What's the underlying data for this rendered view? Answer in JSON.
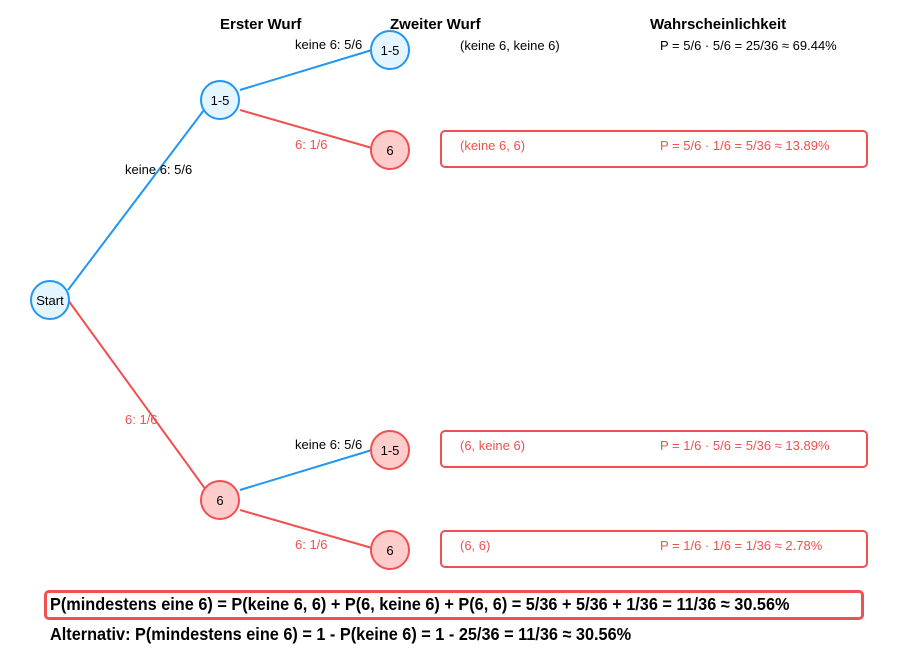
{
  "headers": {
    "first_throw": "Erster Wurf",
    "second_throw": "Zweiter Wurf",
    "probability": "Wahrscheinlichkeit"
  },
  "nodes": {
    "start": "Start",
    "first_no6": "1-5",
    "first_6": "6",
    "second_no6_no6": "1-5",
    "second_no6_6": "6",
    "second_6_no6": "1-5",
    "second_6_6": "6"
  },
  "edges": {
    "start_to_no6": "keine 6: 5/6",
    "start_to_6": "6: 1/6",
    "no6_to_no6": "keine 6: 5/6",
    "no6_to_6": "6: 1/6",
    "six_to_no6": "keine 6: 5/6",
    "six_to_6": "6: 1/6"
  },
  "outcomes": [
    {
      "event": "(keine 6, keine 6)",
      "probability": "P = 5/6 · 5/6 = 25/36 ≈ 69.44%",
      "highlighted": false
    },
    {
      "event": "(keine 6, 6)",
      "probability": "P = 5/6 · 1/6 = 5/36 ≈ 13.89%",
      "highlighted": true
    },
    {
      "event": "(6, keine 6)",
      "probability": "P = 1/6 · 5/6 = 5/36 ≈ 13.89%",
      "highlighted": true
    },
    {
      "event": "(6, 6)",
      "probability": "P = 1/6 · 1/6 = 1/36 ≈ 2.78%",
      "highlighted": true
    }
  ],
  "summary": {
    "main": "P(mindestens eine 6) = P(keine 6, 6) + P(6, keine 6) + P(6, 6) = 5/36 + 5/36 + 1/36 = 11/36 ≈ 30.56%",
    "alternative": "Alternativ: P(mindestens eine 6) = 1 - P(keine 6) = 1 - 25/36 = 11/36 ≈ 30.56%"
  },
  "colors": {
    "no6": "#2196f3",
    "six": "#f05050",
    "no6_fill": "#e3f5ff",
    "six_fill": "#ffcccc"
  }
}
